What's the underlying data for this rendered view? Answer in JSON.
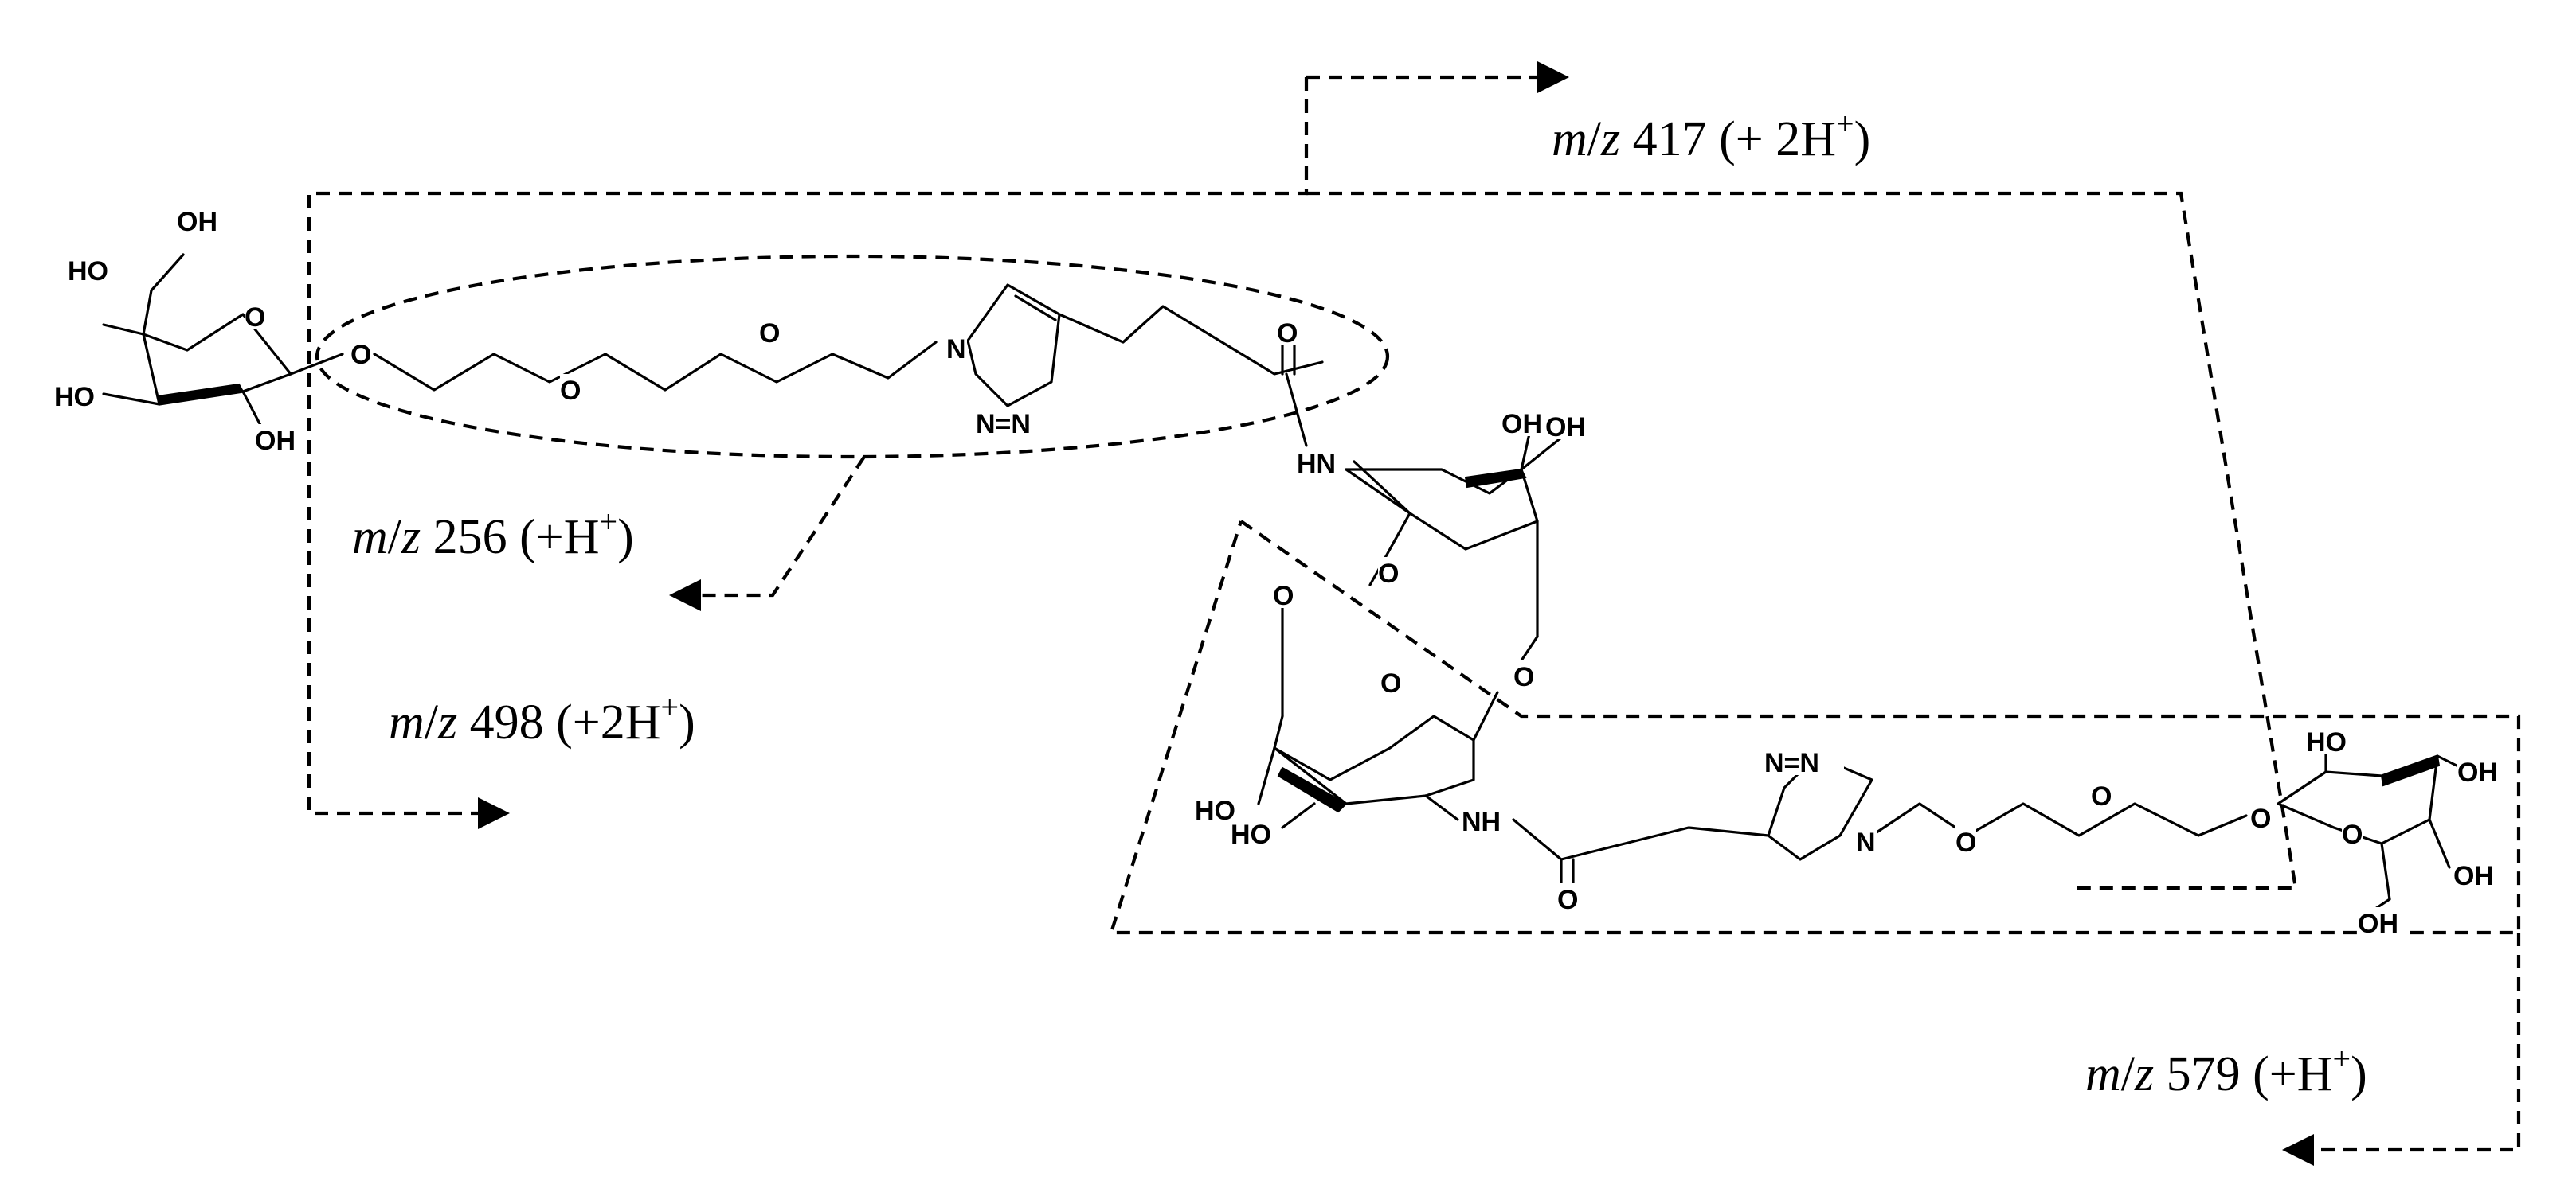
{
  "atoms": {
    "oh": "OH",
    "ho": "HO",
    "o": "O",
    "n": "N",
    "nh": "NH",
    "hn": "HN",
    "n_eq_n": "N=N",
    "n_eq_n_top": "N=N"
  },
  "fragments": [
    {
      "id": "mz417",
      "prefix": "m",
      "slash": "/",
      "z": "z",
      "value": "417",
      "charge_open": "(+ 2H",
      "charge_sup": "+",
      "charge_close": ")"
    },
    {
      "id": "mz256",
      "prefix": "m",
      "slash": "/",
      "z": "z",
      "value": "256",
      "charge_open": "(+H",
      "charge_sup": "+",
      "charge_close": ")"
    },
    {
      "id": "mz498",
      "prefix": "m",
      "slash": "/",
      "z": "z",
      "value": "498",
      "charge_open": "(+2H",
      "charge_sup": "+",
      "charge_close": ")"
    },
    {
      "id": "mz579",
      "prefix": "m",
      "slash": "/",
      "z": "z",
      "value": "579",
      "charge_open": "(+H",
      "charge_sup": "+",
      "charge_close": ")"
    }
  ]
}
